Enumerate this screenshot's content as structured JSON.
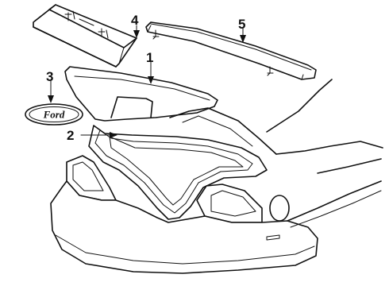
{
  "diagram": {
    "callouts": [
      {
        "id": "1",
        "label": "1"
      },
      {
        "id": "2",
        "label": "2"
      },
      {
        "id": "3",
        "label": "3"
      },
      {
        "id": "4",
        "label": "4"
      },
      {
        "id": "5",
        "label": "5"
      }
    ],
    "emblem_text": "Ford"
  }
}
